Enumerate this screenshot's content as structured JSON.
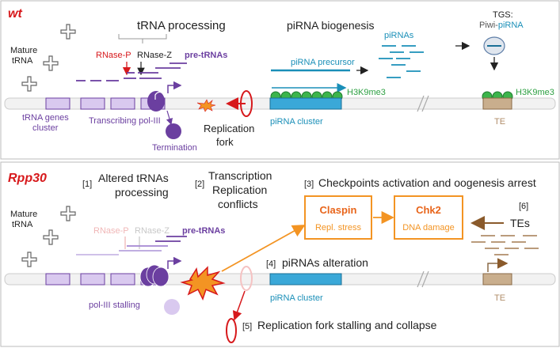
{
  "top": {
    "label": "wt",
    "trna_processing": "tRNA processing",
    "mature_trna": [
      "Mature",
      "tRNA"
    ],
    "rnase_p": "RNase-P",
    "rnase_z": "RNase-Z",
    "pre_trnas": "pre-tRNAs",
    "trna_genes_cluster": [
      "tRNA genes",
      "cluster"
    ],
    "transcribing_pol3": "Transcribing pol-III",
    "termination": "Termination",
    "replication_fork": [
      "Replication",
      "fork"
    ],
    "pirna_biogenesis": "piRNA biogenesis",
    "pirna_precursor": "piRNA precursor",
    "pirnas": "piRNAs",
    "h3k9me3_cluster": "H3K9me3",
    "pirna_cluster": "piRNA cluster",
    "tgs": "TGS:",
    "piwi": "Piwi-",
    "pirna": "piRNA",
    "h3k9me3_te": "H3K9me3",
    "te": "TE"
  },
  "bottom": {
    "label": "Rpp30",
    "mature_trna": [
      "Mature",
      "tRNA"
    ],
    "step1_num": "[1]",
    "step1_text": [
      "Altered tRNAs",
      "processing"
    ],
    "rnase_p": "RNase-P",
    "rnase_z": "RNase-Z",
    "pre_trnas": "pre-tRNAs",
    "pol3_stalling": "pol-III stalling",
    "step2_num": "[2]",
    "step2_text": [
      "Transcription",
      "Replication",
      "conflicts"
    ],
    "step3_num": "[3]",
    "step3_text": "Checkpoints activation and oogenesis arrest",
    "claspin": "Claspin",
    "claspin_sub": "Repl. stress",
    "chk2": "Chk2",
    "chk2_sub": "DNA damage",
    "step6_num": "[6]",
    "tes": "TEs",
    "step4_num": "[4]",
    "step4_text": "piRNAs alteration",
    "pirna_cluster": "piRNA cluster",
    "te": "TE",
    "step5_num": "[5]",
    "step5_text": "Replication fork stalling and collapse"
  },
  "colors": {
    "red": "#d7191c",
    "purple": "#6b3fa0",
    "lavender": "#d9c9ef",
    "teal": "#1a8fb8",
    "green": "#2ea043",
    "orange": "#f39423",
    "tan": "#b08d6a"
  }
}
